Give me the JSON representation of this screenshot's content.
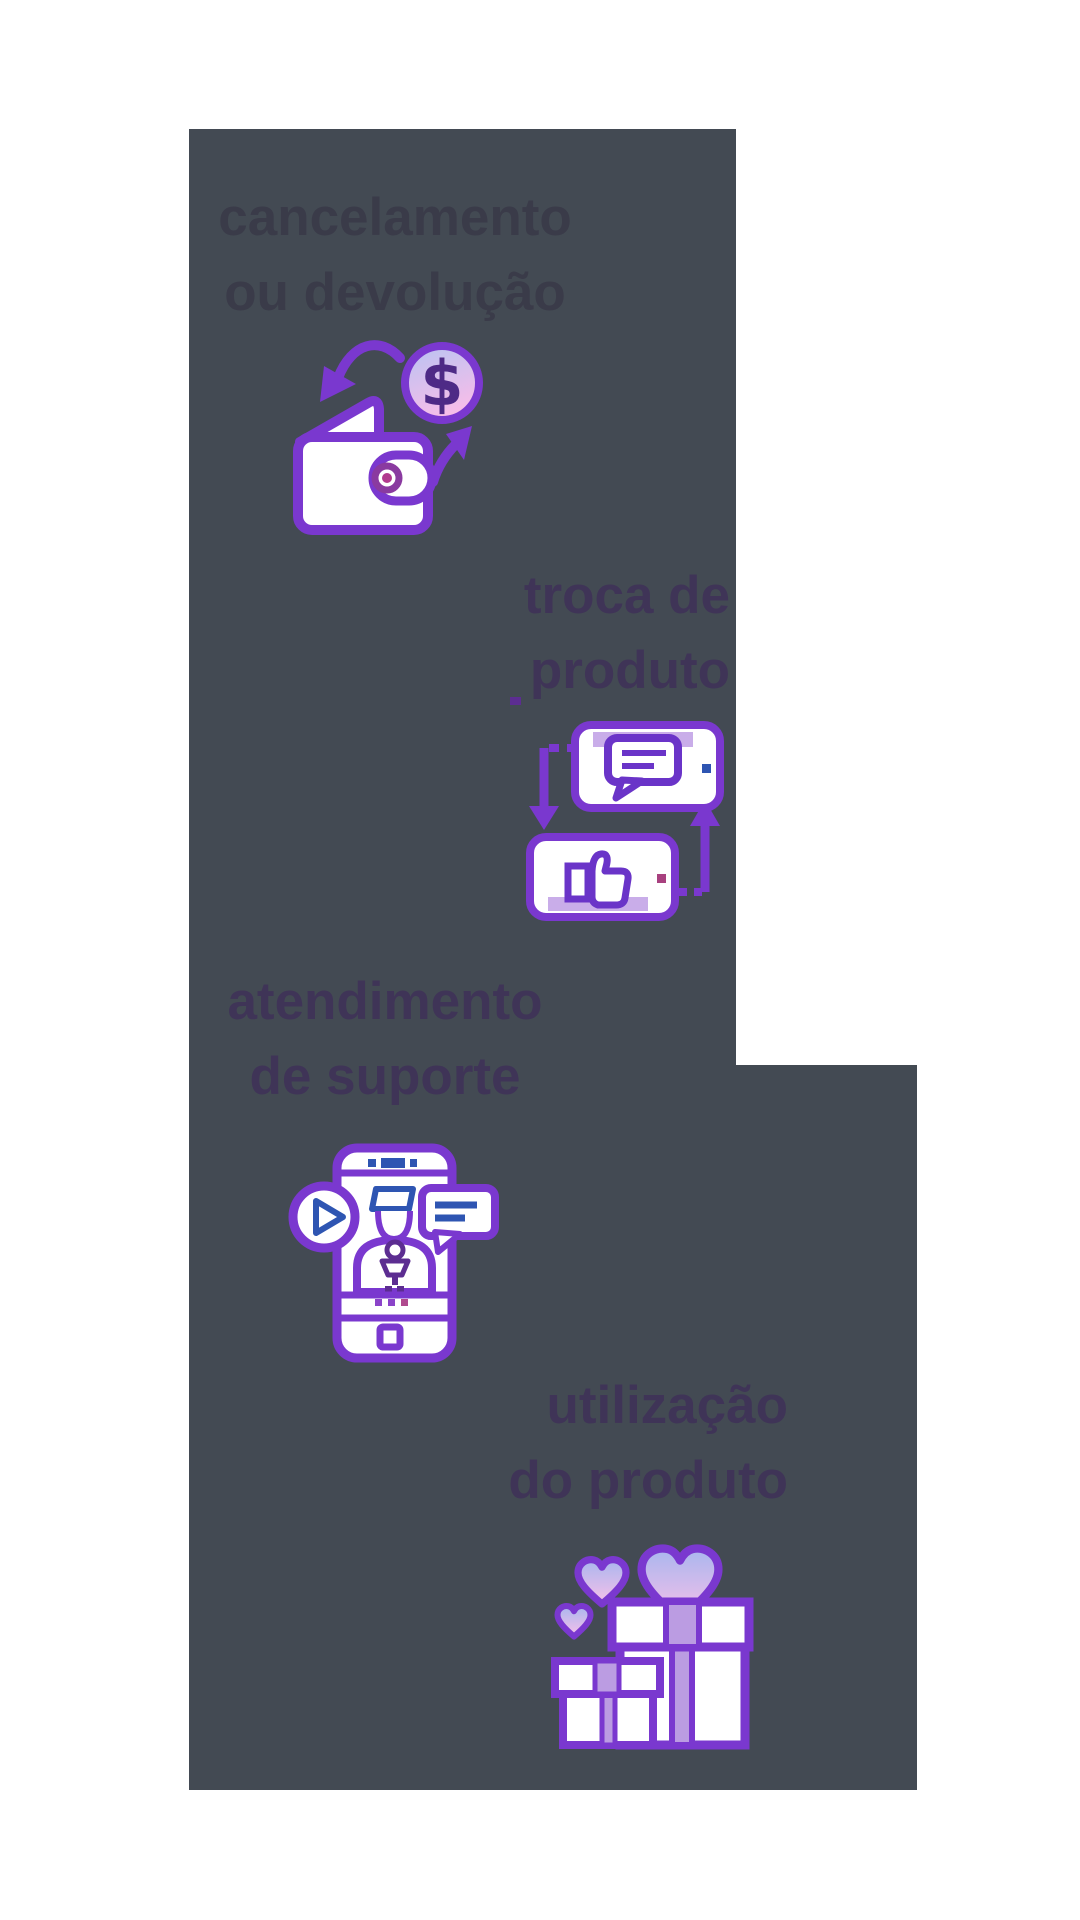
{
  "page": {
    "background": "#ffffff"
  },
  "panel": {
    "color": "#434a53"
  },
  "palette": {
    "heading_text": "#3f3457",
    "faded_heading_text": "#3a3b49",
    "icon_purple": "#7a38cf",
    "icon_dark_purple": "#5c2d91",
    "icon_blue": "#2e55b2",
    "icon_pink": "#b04a8e",
    "icon_lavender": "#c9ade9",
    "icon_ribbon": "#bb9ce2",
    "heart_gradient_top": "#a9b6ee",
    "heart_gradient_bottom": "#f7c0e9"
  },
  "steps": [
    {
      "id": "cancelamento-ou-devolucao",
      "line1": "cancelamento",
      "line2": "ou devolução",
      "icon": "wallet-money-return-icon"
    },
    {
      "id": "troca-de-produto",
      "line1": "troca de",
      "line2": "produto",
      "icon": "phones-exchange-icon"
    },
    {
      "id": "atendimento-de-suporte",
      "line1": "atendimento",
      "line2": "de suporte",
      "icon": "support-video-call-icon"
    },
    {
      "id": "utilizacao-do-produto",
      "line1": "utilização",
      "line2": "do produto",
      "icon": "gift-boxes-hearts-icon"
    }
  ]
}
